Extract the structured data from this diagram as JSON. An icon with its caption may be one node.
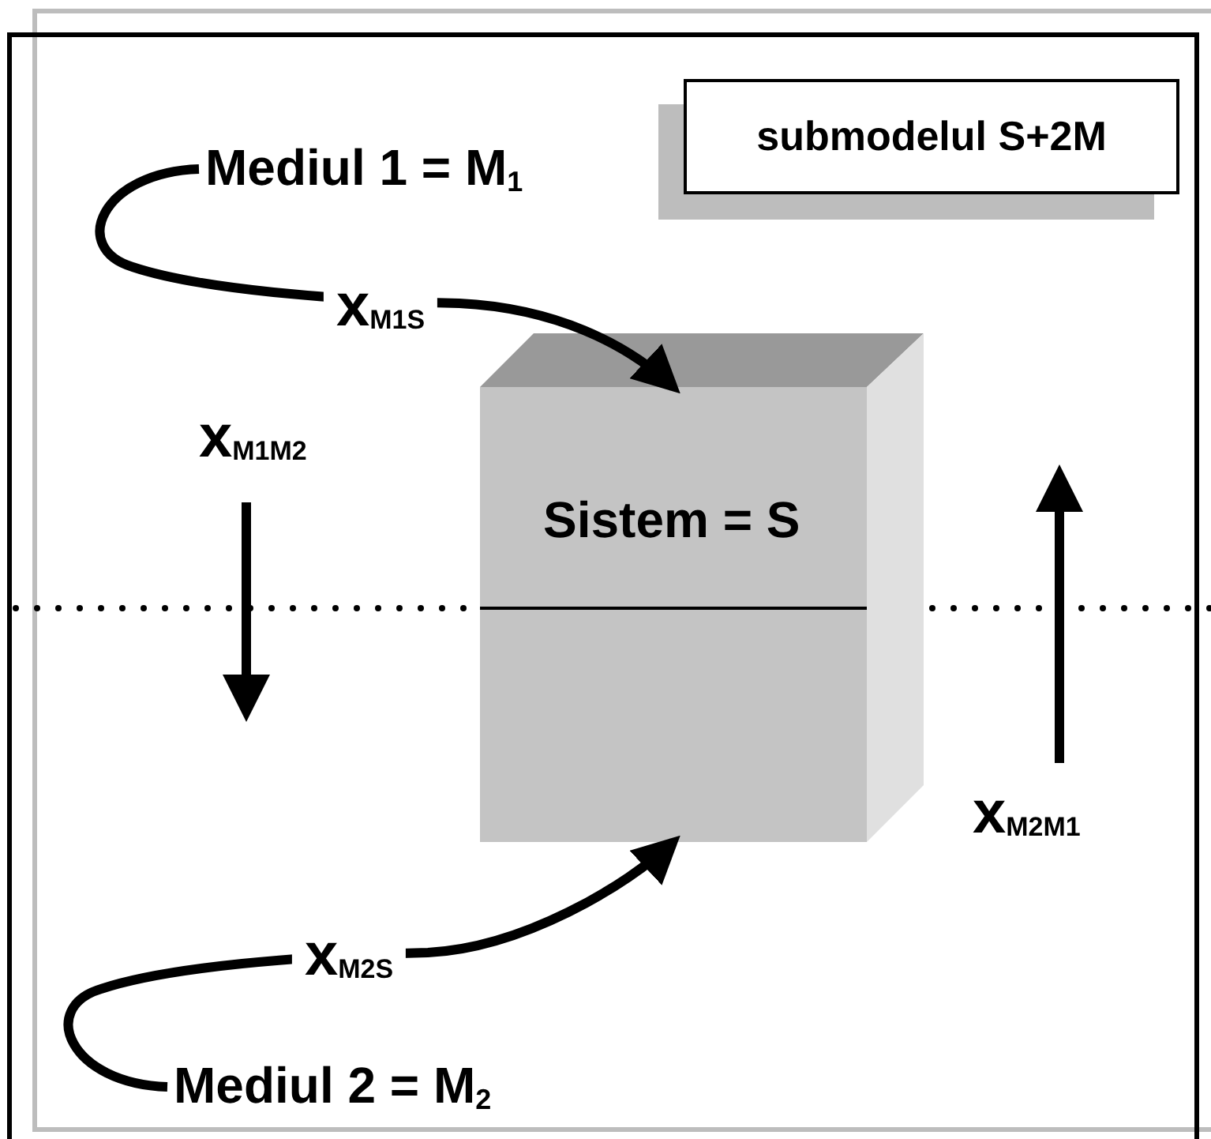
{
  "diagram": {
    "nodes": [
      {
        "text": [
          "Mediul 1 = M$_{1}$"
        ]
      },
      {
        "text": [
          "Sistem = S"
        ]
      },
      {
        "text": [
          "Mediul 2 = M$_{2}$"
        ]
      },
      {
        "text": [
          "submodelul S+2M"
        ]
      }
    ],
    "edges": [
      {
        "from": 0,
        "to": 1,
        "arrow": "to",
        "label": "x$_{M1S}$"
      },
      {
        "from": 2,
        "to": 1,
        "arrow": "to",
        "label": "x$_{M2S}$"
      }
    ],
    "labels": [
      "x$_{M1M2}$",
      "x$_{M2M1}$"
    ]
  }
}
